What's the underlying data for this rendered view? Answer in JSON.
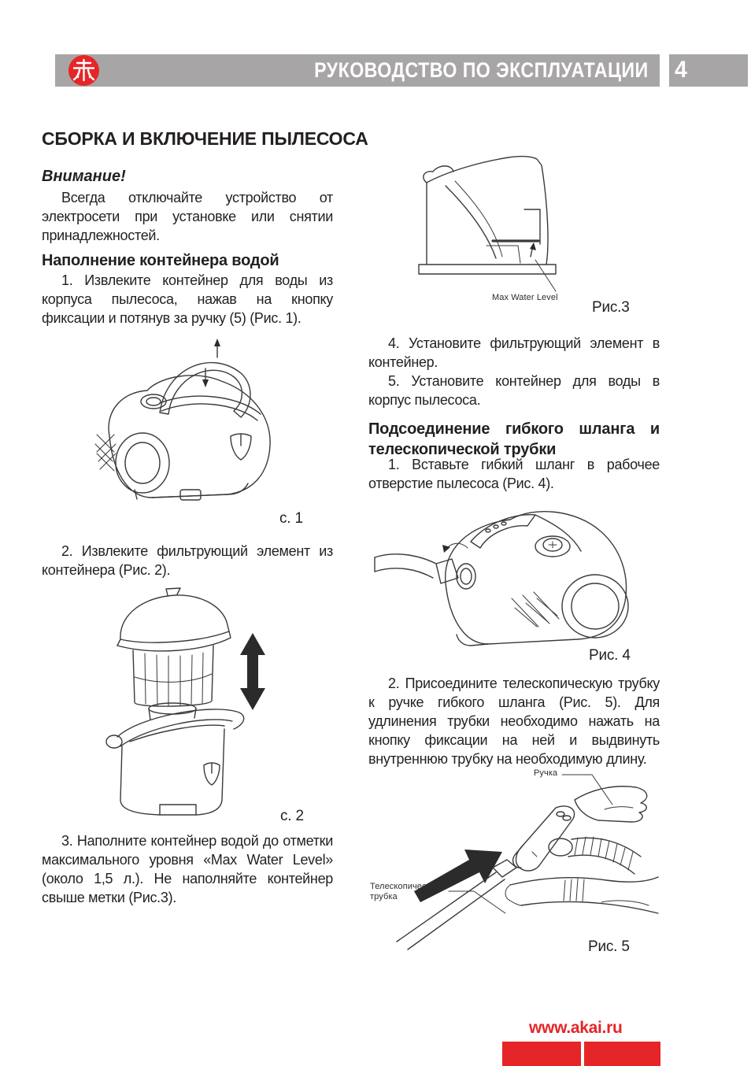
{
  "colors": {
    "accent_red": "#e52528",
    "header_gray": "#a8a5a6",
    "text": "#231f20"
  },
  "header": {
    "title": "РУКОВОДСТВО ПО ЭКСПЛУАТАЦИИ",
    "page_number": "4",
    "logo_glyph": "赤"
  },
  "left_column": {
    "section_title": "СБОРКА И ВКЛЮЧЕНИЕ ПЫЛЕСОСА",
    "warning_title": "Внимание!",
    "warning_text": "Всегда отключайте устройство от электросети при установке или снятии принадлежностей.",
    "sub1_title": "Наполнение контейнера водой",
    "step1": "1. Извлеките контейнер для воды из корпуса пылесоса, нажав на кнопку фиксации и потянув за ручку (5) (Рис. 1).",
    "fig1_caption": "с. 1",
    "step2": "2. Извлеките фильтрующий элемент из контейнера (Рис. 2).",
    "fig2_caption": "с. 2",
    "step3": "3. Наполните контейнер водой до отметки максимального уровня «Max Water Level» (около 1,5 л.). Не наполняйте контейнер свыше метки (Рис.3)."
  },
  "right_column": {
    "fig3_label": "Max Water Level",
    "fig3_caption": "Рис.3",
    "step4": "4. Установите фильтрующий элемент в контейнер.",
    "step5": "5. Установите контейнер для воды в корпус пылесоса.",
    "sub2_title": "Подсоединение гибкого шланга и телескопической трубки",
    "hose_step1": "1. Вставьте гибкий шланг в рабочее отверстие пылесоса (Рис. 4).",
    "fig4_caption": "Рис. 4",
    "hose_step2": "2. Присоедините телескопическую трубку к ручке гибкого шланга (Рис. 5). Для удлинения трубки необходимо нажать на кнопку фиксации на ней и выдвинуть внутреннюю трубку на необходимую длину.",
    "fig5_label_handle": "Ручка",
    "fig5_label_tube": "Телескопическая трубка",
    "fig5_caption": "Рис. 5"
  },
  "footer": {
    "website": "www.akai.ru"
  }
}
